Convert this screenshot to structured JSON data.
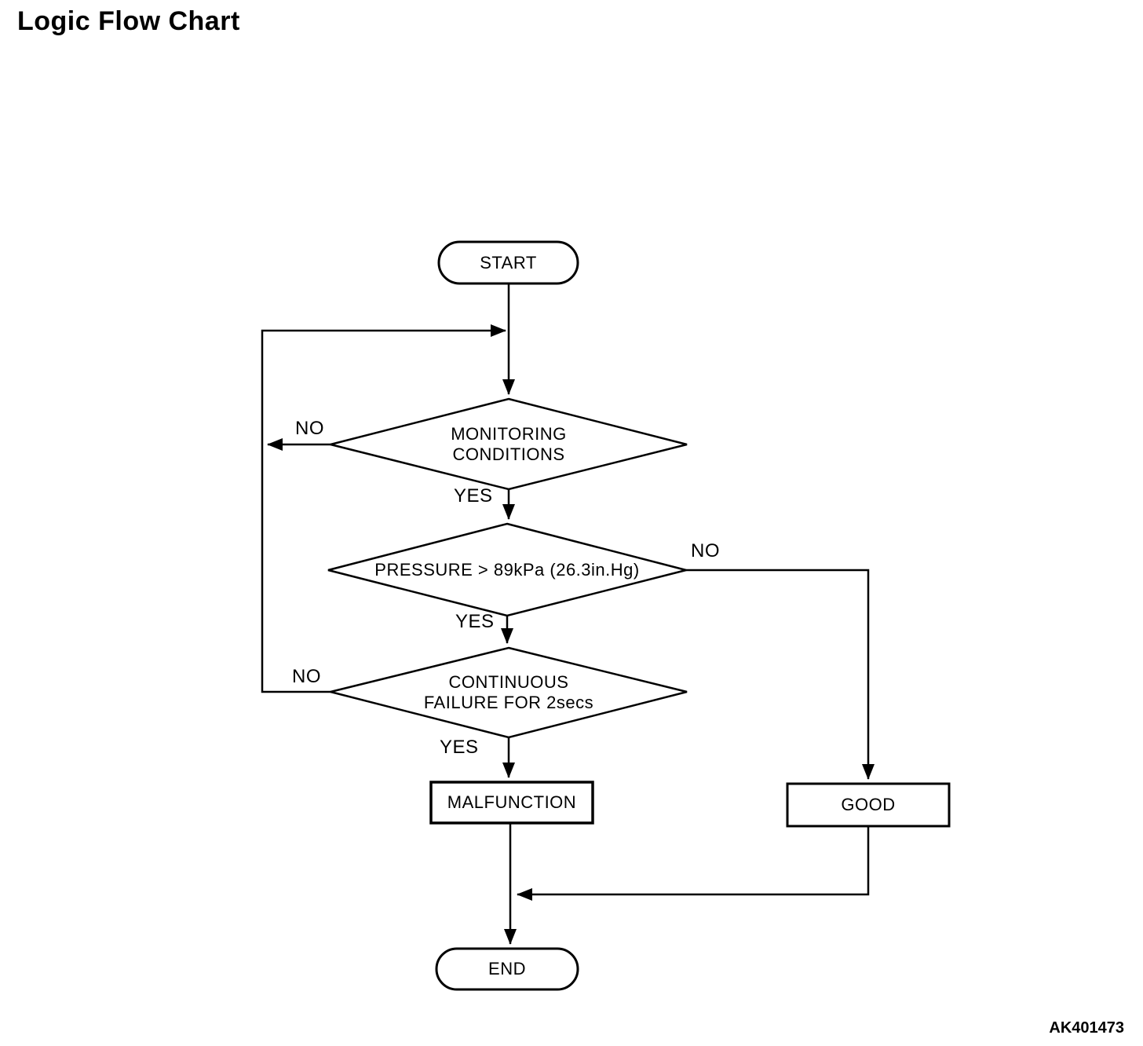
{
  "title": "Logic Flow Chart",
  "figure_code": "AK401473",
  "colors": {
    "line": "#000000",
    "background": "#ffffff"
  },
  "flowchart": {
    "start": {
      "label": "START"
    },
    "decision_monitoring": {
      "label": "MONITORING\nCONDITIONS",
      "yes_label": "YES",
      "no_label": "NO"
    },
    "decision_pressure": {
      "label": "PRESSURE > 89kPa (26.3in.Hg)",
      "yes_label": "YES",
      "no_label": "NO"
    },
    "decision_continuous": {
      "label": "CONTINUOUS\nFAILURE FOR 2secs",
      "yes_label": "YES",
      "no_label": "NO"
    },
    "malfunction": {
      "label": "MALFUNCTION"
    },
    "good": {
      "label": "GOOD"
    },
    "end": {
      "label": "END"
    }
  }
}
